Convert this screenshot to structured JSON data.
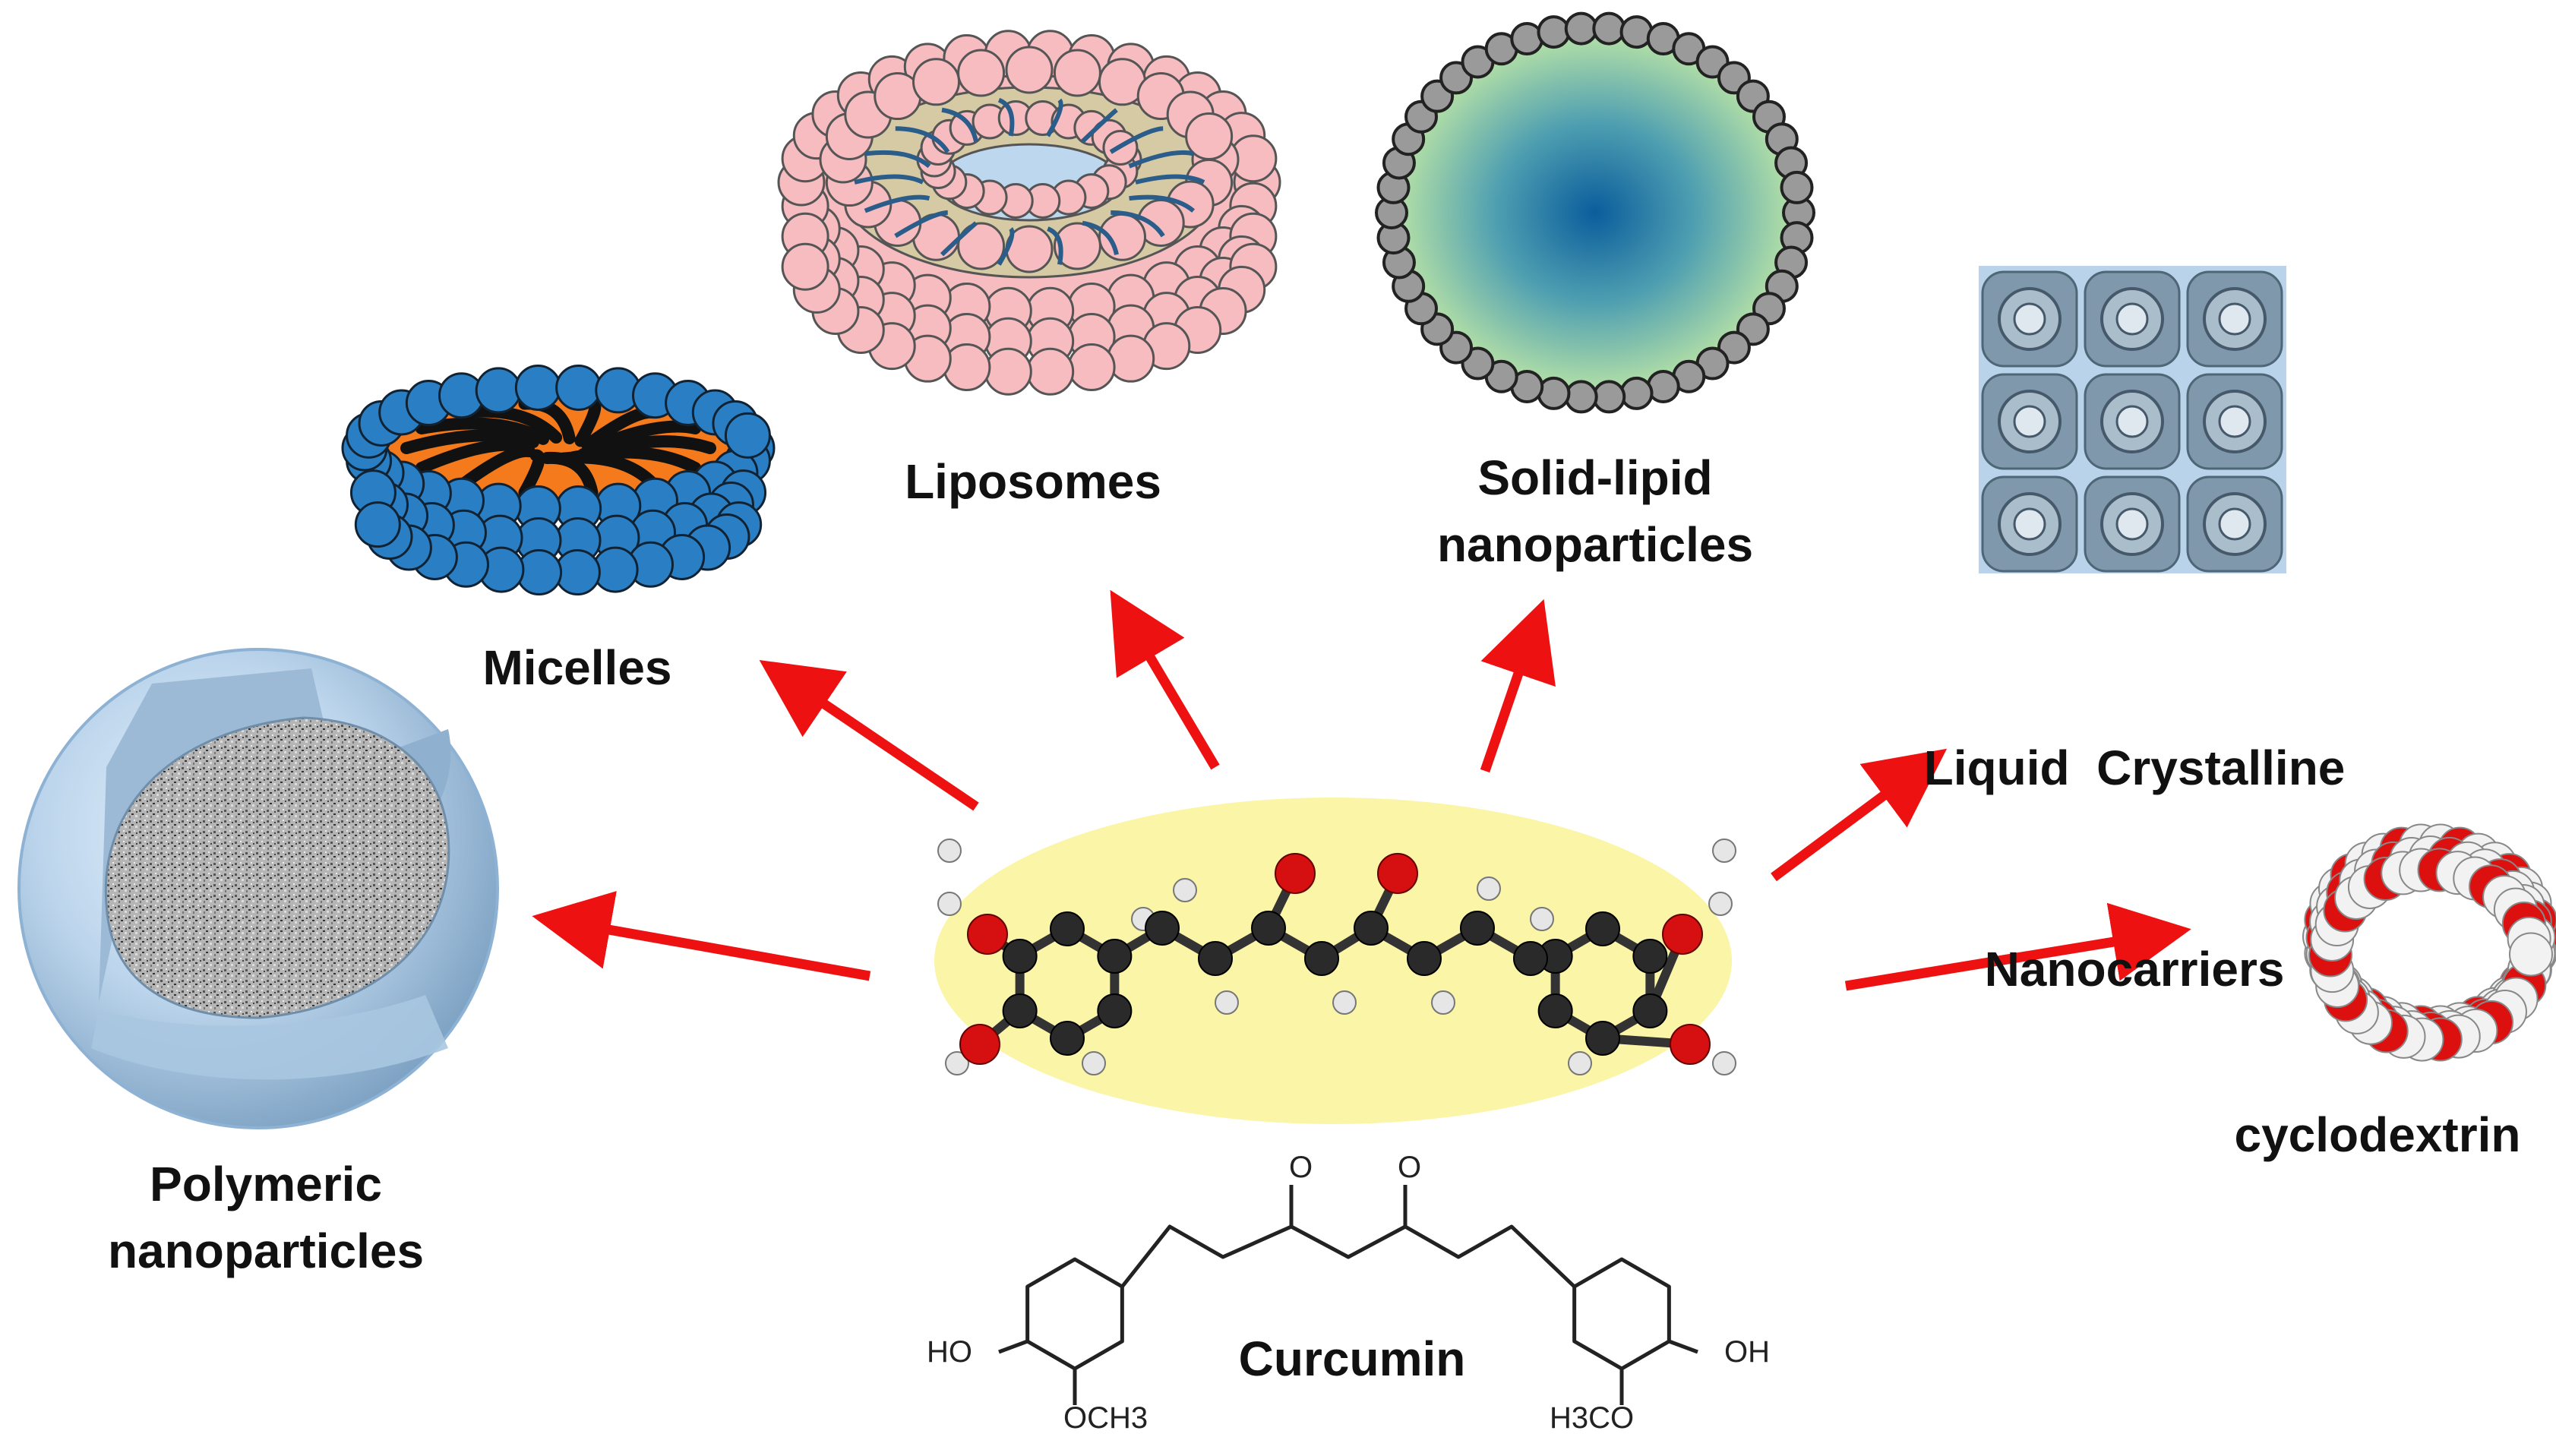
{
  "center": {
    "name": "Curcumin",
    "substituent_labels": {
      "left_oh": "HO",
      "left_ome": "OCH3",
      "right_oh": "OH",
      "right_ome": "H3CO",
      "carbonyl_o": "O"
    }
  },
  "carriers": [
    {
      "id": "polymeric",
      "label_lines": [
        "Polymeric",
        "nanoparticles"
      ]
    },
    {
      "id": "micelles",
      "label_lines": [
        "Micelles"
      ]
    },
    {
      "id": "liposomes",
      "label_lines": [
        "Liposomes"
      ]
    },
    {
      "id": "solid-lipid",
      "label_lines": [
        "Solid-lipid",
        "nanoparticles"
      ]
    },
    {
      "id": "liquid-crystalline",
      "label_lines": [
        "Liquid  Crystalline",
        "Nanocarriers"
      ]
    },
    {
      "id": "cyclodextrin",
      "label_lines": [
        "cyclodextrin"
      ]
    }
  ],
  "colors": {
    "arrow": "#ee1111",
    "ellipse": "#fbf5a8",
    "micelle_bead": "#2a7fc4",
    "micelle_core": "#f47a1b",
    "liposome_bead": "#f6bcc0",
    "solid_lipid_bead": "#9a9a9a",
    "solid_lipid_core": "#0a5d9c",
    "cyclodextrin_o": "#dd1010"
  }
}
